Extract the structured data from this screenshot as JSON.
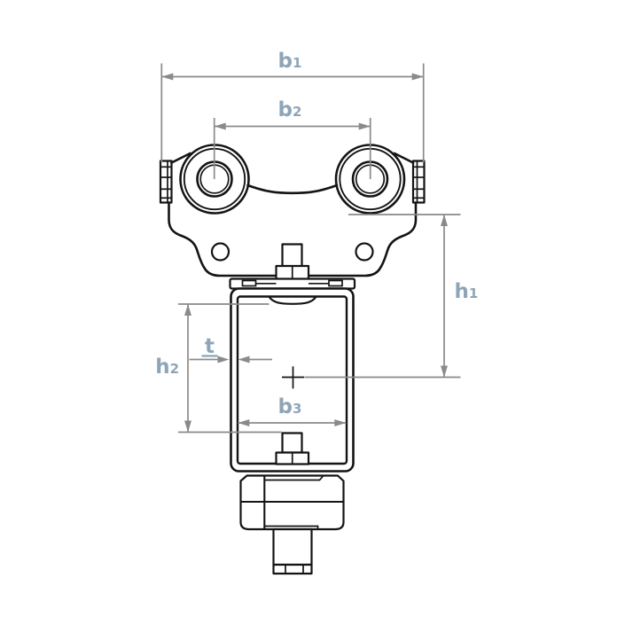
{
  "page": {
    "background": "#ffffff"
  },
  "diagram": {
    "type": "technical-drawing",
    "subject": "beam trolley roller carriage on box profile, front view with dimension callouts",
    "colors": {
      "outline": "#141414",
      "dimension_lines": "#8a8a8a",
      "dimension_labels": "#8ea5b7",
      "background": "#ffffff"
    },
    "dimensions": {
      "b1": {
        "base": "b",
        "sub": "1",
        "orientation": "horizontal"
      },
      "b2": {
        "base": "b",
        "sub": "2",
        "orientation": "horizontal"
      },
      "b3": {
        "base": "b",
        "sub": "3",
        "orientation": "horizontal"
      },
      "h1": {
        "base": "h",
        "sub": "1",
        "orientation": "vertical"
      },
      "h2": {
        "base": "h",
        "sub": "2",
        "orientation": "vertical"
      },
      "t": {
        "base": "t",
        "sub": "",
        "orientation": "horizontal",
        "underlined": true
      }
    }
  }
}
